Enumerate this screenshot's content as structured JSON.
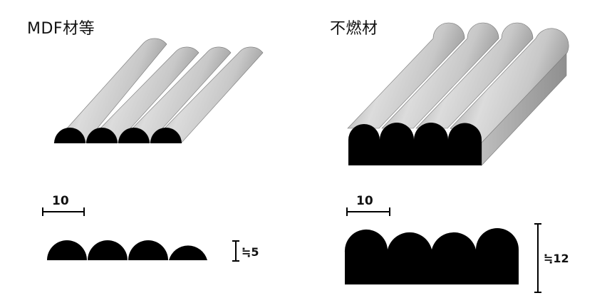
{
  "left": {
    "title": "MDF材等",
    "width_label": "10",
    "height_label": "≒5"
  },
  "right": {
    "title": "不燃材",
    "width_label": "10",
    "height_label": "≒12"
  },
  "colors": {
    "profile": "#000000",
    "surface_light": "#d6d6d6",
    "surface_mid": "#a9a9a9",
    "background": "#ffffff"
  }
}
